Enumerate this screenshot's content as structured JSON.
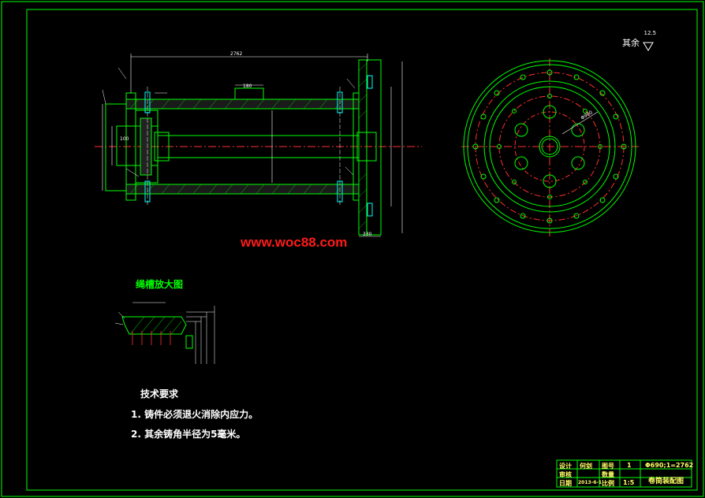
{
  "watermark": "www.woc88.com",
  "roughness": {
    "label": "其余",
    "value": "12.5"
  },
  "section_title": "绳槽放大图",
  "requirements": {
    "title": "技术要求",
    "items": [
      "1. 铸件必须退火消除内应力。",
      "2. 其余铸角半径为5毫米。"
    ]
  },
  "dimensions": {
    "overall_length": "2762",
    "hub_width": "180",
    "flange_width": "330",
    "groove_dim": "100",
    "pcd_note": "Φ900"
  },
  "title_block": {
    "design_label": "设计",
    "designer": "何剑",
    "drawing_no_label": "图号",
    "drawing_no": "1",
    "drawing_code": "Φ690;1=2762",
    "review_label": "审核",
    "quantity_label": "数量",
    "date_label": "日期",
    "date": "2013-6-1",
    "scale_label": "比例",
    "scale": "1:5",
    "drawing_name": "卷筒装配图"
  }
}
